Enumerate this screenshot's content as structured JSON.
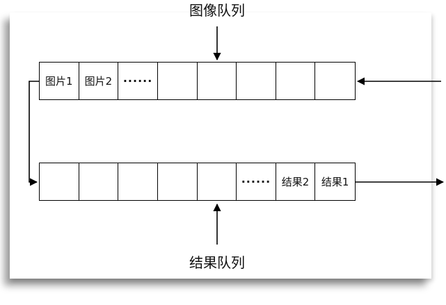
{
  "image_queue": {
    "title": "图像队列",
    "slots": [
      "图片1",
      "图片2",
      "······",
      "",
      "",
      "",
      "",
      ""
    ]
  },
  "result_queue": {
    "title": "结果队列",
    "slots": [
      "",
      "",
      "",
      "",
      "",
      "······",
      "结果2",
      "结果1"
    ]
  },
  "colors": {
    "line": "#000000",
    "text": "#111111",
    "background": "#ffffff"
  }
}
